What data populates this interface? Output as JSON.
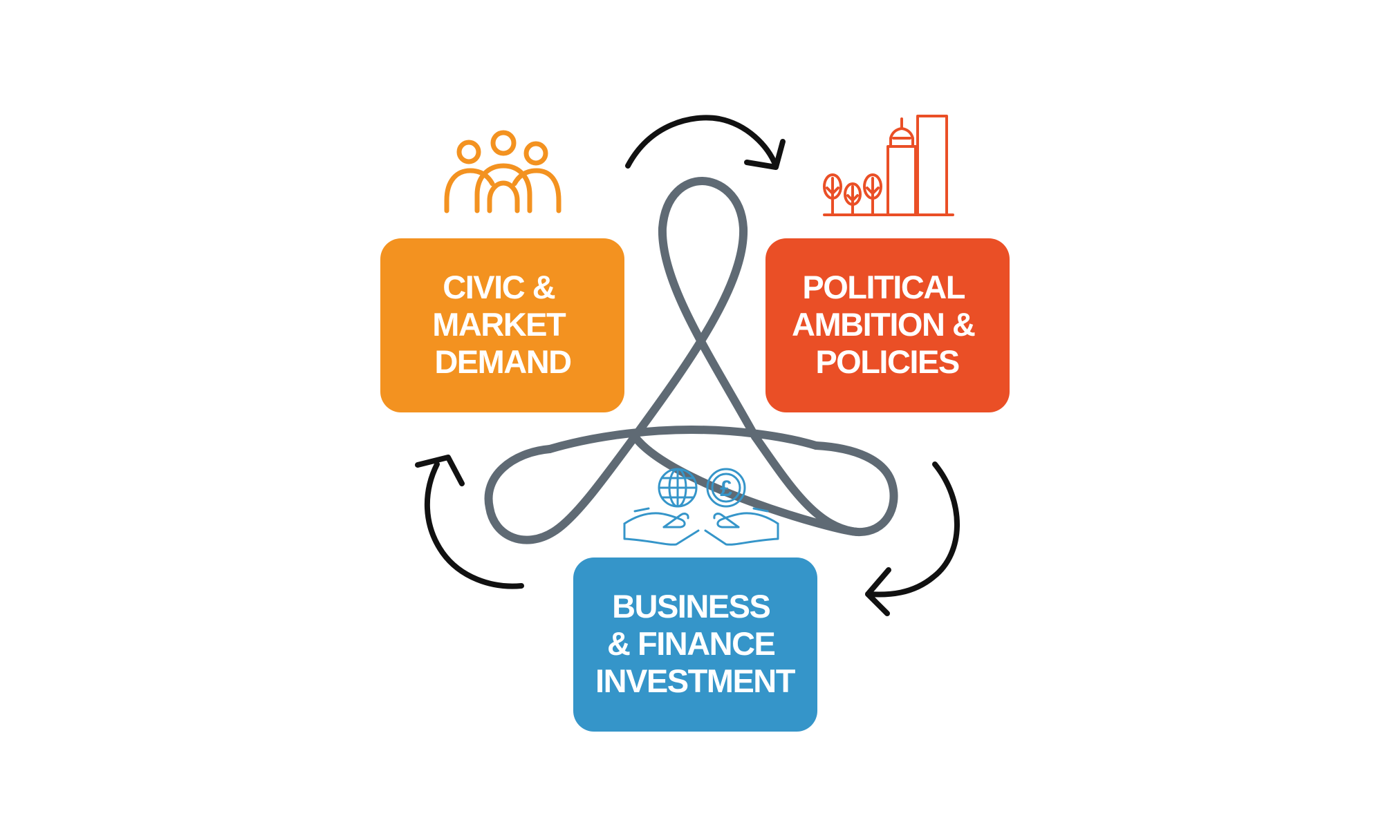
{
  "boxes": {
    "civic": {
      "lines": [
        "CIVIC &",
        "MARKET",
        "DEMAND"
      ],
      "color": "#f39220",
      "icon": "people-group-icon"
    },
    "political": {
      "lines": [
        "POLITICAL",
        "AMBITION &",
        "POLICIES"
      ],
      "color": "#ea4f26",
      "icon": "city-skyline-icon"
    },
    "business": {
      "lines": [
        "BUSINESS",
        "& FINANCE",
        "INVESTMENT"
      ],
      "color": "#3595c9",
      "icon": "hands-globe-pound-icon"
    }
  },
  "colors": {
    "ribbon": "#5f6a74",
    "cycle_arrows": "#111111",
    "background": "#ffffff"
  }
}
